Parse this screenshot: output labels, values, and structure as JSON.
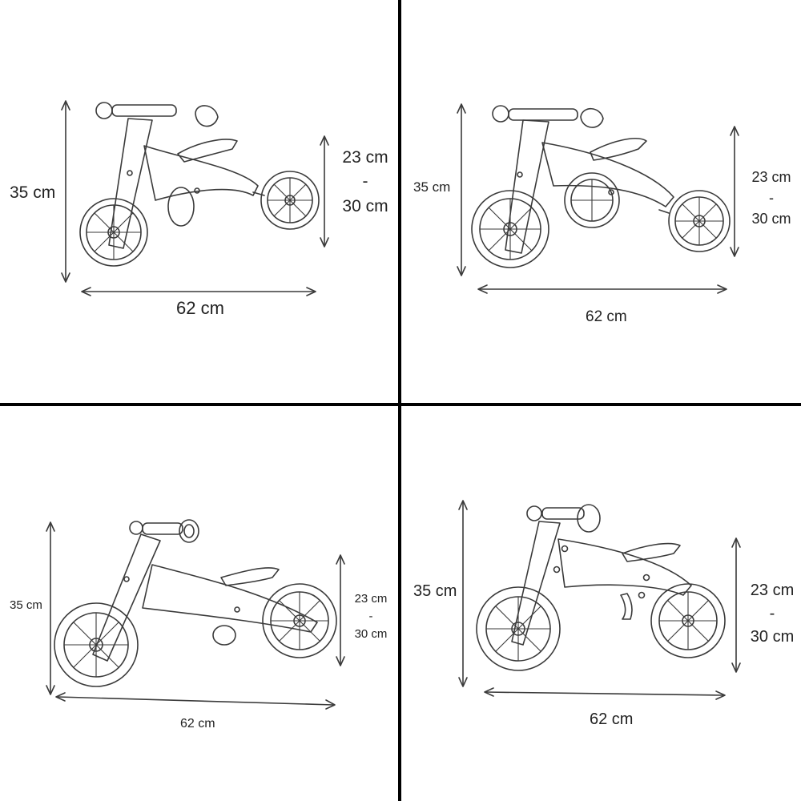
{
  "colors": {
    "line": "#3a3a3a",
    "divider": "#000000",
    "background": "#ffffff"
  },
  "panels": [
    {
      "height_label": "35 cm",
      "seat_top": "23 cm",
      "seat_dash": "-",
      "seat_bottom": "30 cm",
      "length_label": "62 cm"
    },
    {
      "height_label": "35 cm",
      "seat_top": "23 cm",
      "seat_dash": "-",
      "seat_bottom": "30 cm",
      "length_label": "62 cm"
    },
    {
      "height_label": "35 cm",
      "seat_top": "23 cm",
      "seat_dash": "-",
      "seat_bottom": "30 cm",
      "length_label": "62 cm"
    },
    {
      "height_label": "35 cm",
      "seat_top": "23 cm",
      "seat_dash": "-",
      "seat_bottom": "30 cm",
      "length_label": "62 cm"
    }
  ]
}
